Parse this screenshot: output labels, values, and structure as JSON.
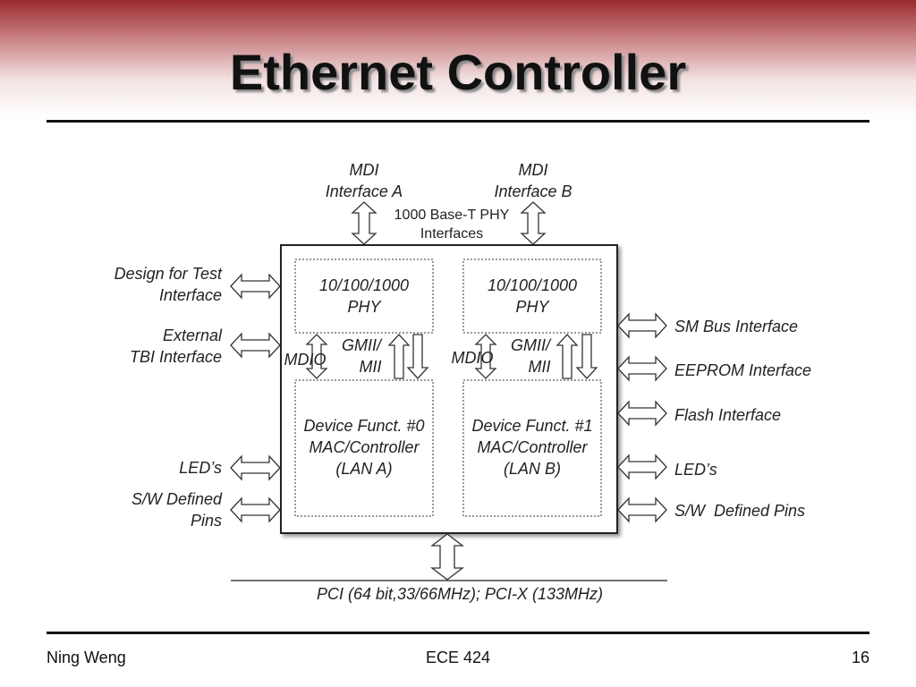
{
  "slide": {
    "title": "Ethernet Controller"
  },
  "diagram": {
    "top_labels": {
      "mdi_a": [
        "MDI",
        "Interface A"
      ],
      "mdi_b": [
        "MDI",
        "Interface B"
      ],
      "phy_interfaces": [
        "1000 Base-T PHY",
        "Interfaces"
      ]
    },
    "phy_a": [
      "10/100/1000",
      "PHY"
    ],
    "phy_b": [
      "10/100/1000",
      "PHY"
    ],
    "mdio_a": "MDIO",
    "mdio_b": "MDIO",
    "gmii_a": [
      "GMII/",
      "MII"
    ],
    "gmii_b": [
      "GMII/",
      "MII"
    ],
    "device_a": [
      "Device Funct. #0",
      "MAC/Controller",
      "(LAN A)"
    ],
    "device_b": [
      "Device Funct. #1",
      "MAC/Controller",
      "(LAN B)"
    ],
    "left_interfaces": [
      [
        "Design for Test",
        "Interface"
      ],
      [
        "External",
        "TBI Interface"
      ],
      [
        "LED’s"
      ],
      [
        "S/W Defined",
        "Pins"
      ]
    ],
    "right_interfaces": [
      "SM Bus Interface",
      "EEPROM Interface",
      "Flash Interface",
      "LED’s",
      "S/W  Defined Pins"
    ],
    "bus_label": "PCI (64 bit,33/66MHz); PCI-X (133MHz)"
  },
  "footer": {
    "author": "Ning Weng",
    "course": "ECE 424",
    "page": "16"
  }
}
